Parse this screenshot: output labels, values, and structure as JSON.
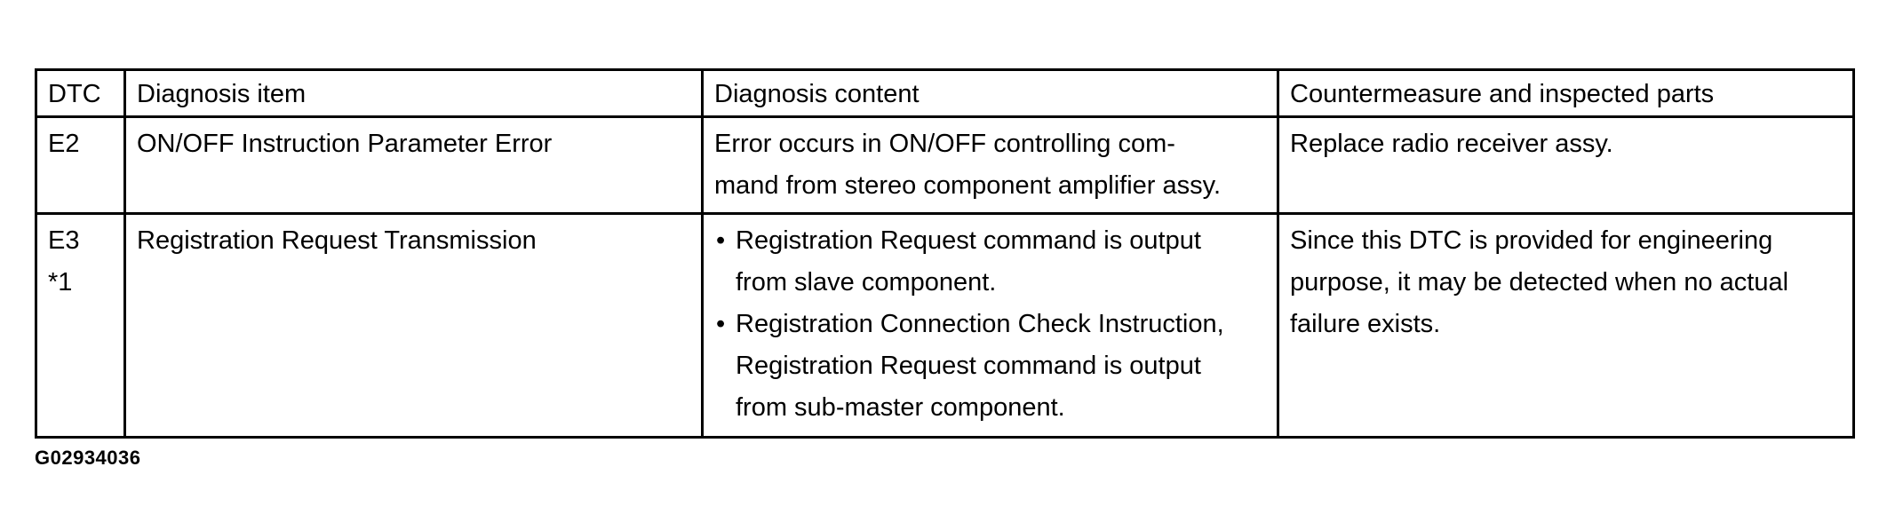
{
  "table": {
    "headers": {
      "dtc": "DTC",
      "item": "Diagnosis item",
      "content": "Diagnosis content",
      "countermeasure": "Countermeasure and inspected parts"
    },
    "rows": [
      {
        "dtc": "E2",
        "note": "",
        "item": "ON/OFF Instruction Parameter Error",
        "content_lines": [
          "Error occurs in ON/OFF controlling com-",
          "mand from stereo component amplifier assy."
        ],
        "countermeasure_lines": [
          "Replace radio receiver assy."
        ]
      },
      {
        "dtc": "E3",
        "note": "*1",
        "item": "Registration Request Transmission",
        "content_bullets": [
          {
            "lines": [
              "Registration Request command is output",
              "from slave component."
            ]
          },
          {
            "lines": [
              "Registration Connection Check Instruction,",
              "Registration Request command is output",
              "from sub-master component."
            ]
          }
        ],
        "countermeasure_lines": [
          "Since this DTC is provided for engineering",
          "purpose, it may be detected when no actual",
          "failure exists."
        ]
      }
    ]
  },
  "figure_id": "G02934036"
}
